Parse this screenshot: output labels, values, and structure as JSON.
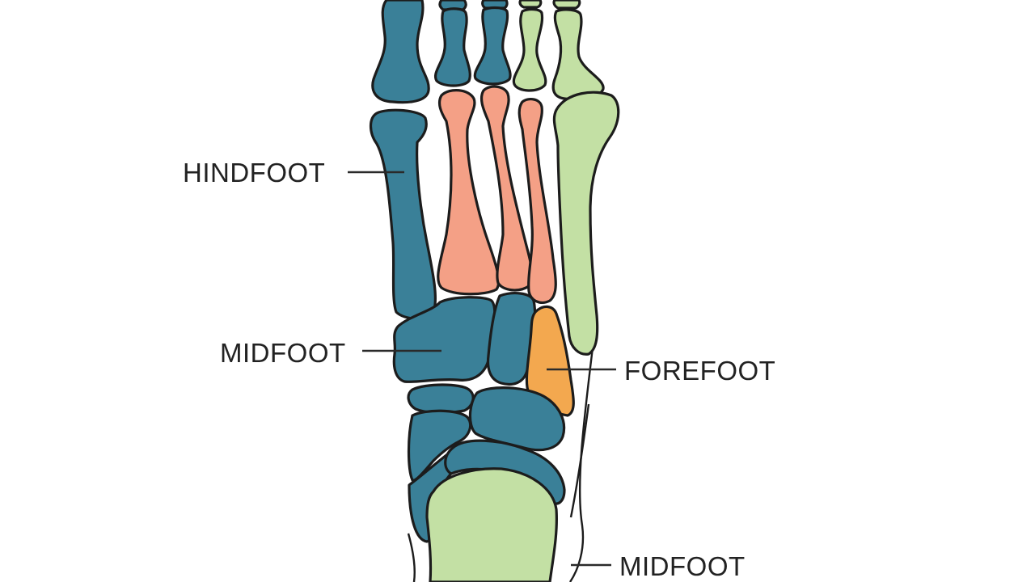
{
  "colors": {
    "blue": "#3a8098",
    "salmon": "#f4a086",
    "green": "#c3e0a4",
    "orange": "#f3a84f",
    "outline": "#1c1c1c",
    "background": "#ffffff"
  },
  "labels": {
    "hindfoot": "HINDFOOT",
    "midfoot_left": "MIDFOOT",
    "forefoot": "FOREFOOT",
    "midfoot_bottom": "MIDFOOT"
  }
}
